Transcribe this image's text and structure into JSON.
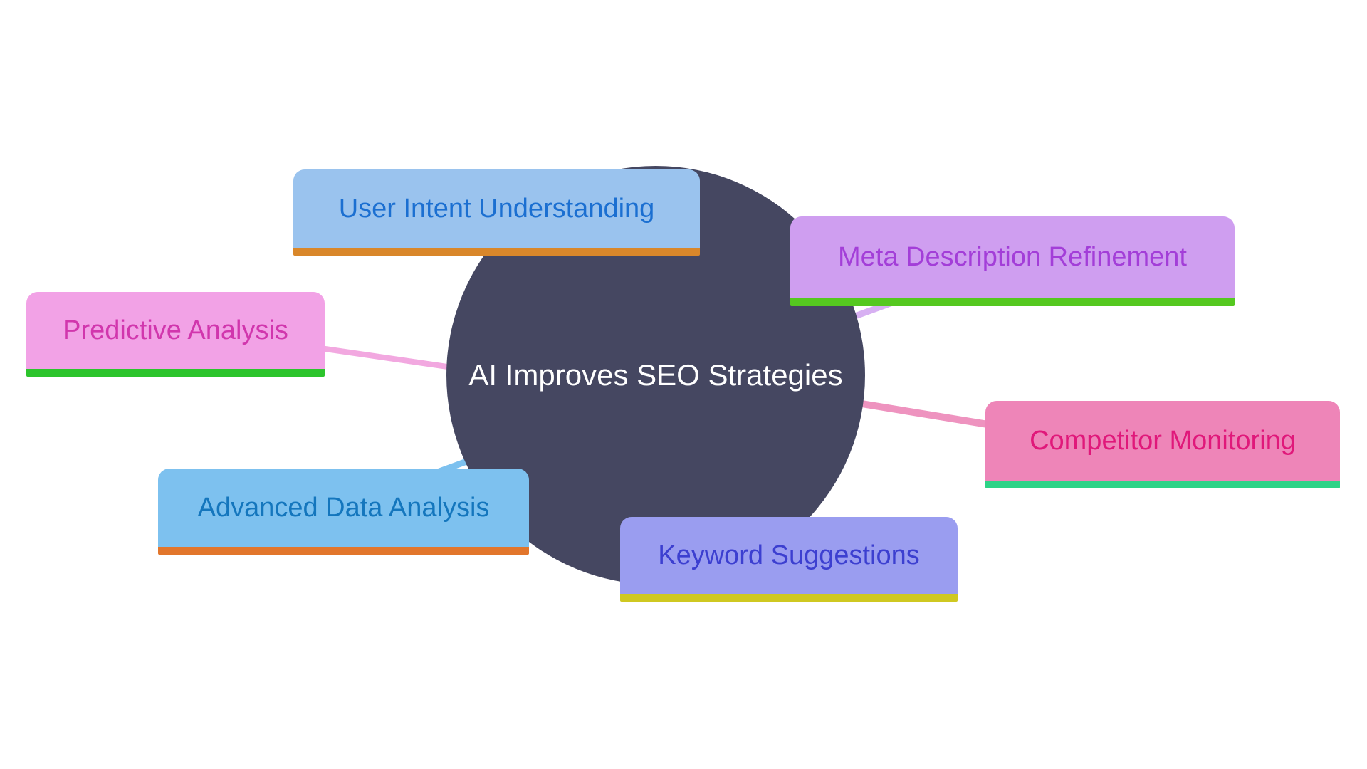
{
  "page": {
    "background_color": "#ffffff"
  },
  "diagram": {
    "type": "mindmap",
    "center": {
      "id": "central-topic",
      "label": "AI Improves SEO Strategies",
      "fill": "#454761",
      "text_color": "#ffffff"
    },
    "nodes": [
      {
        "id": "user-intent-understanding",
        "label": "User Intent Understanding",
        "fill": "#9ac3ee",
        "text_color": "#1b6fd1",
        "underline_color": "#d9872a"
      },
      {
        "id": "meta-description-refinement",
        "label": "Meta Description Refinement",
        "fill": "#cf9ef0",
        "text_color": "#a33ed8",
        "underline_color": "#55c820"
      },
      {
        "id": "predictive-analysis",
        "label": "Predictive Analysis",
        "fill": "#f2a2e6",
        "text_color": "#d136ad",
        "underline_color": "#2cc42c"
      },
      {
        "id": "competitor-monitoring",
        "label": "Competitor Monitoring",
        "fill": "#ee85b8",
        "text_color": "#e0187a",
        "underline_color": "#2ed387"
      },
      {
        "id": "advanced-data-analysis",
        "label": "Advanced Data Analysis",
        "fill": "#7dc1ef",
        "text_color": "#1476bd",
        "underline_color": "#e2762c"
      },
      {
        "id": "keyword-suggestions",
        "label": "Keyword Suggestions",
        "fill": "#9a9df0",
        "text_color": "#3c3fd0",
        "underline_color": "#cfc821"
      }
    ],
    "connectors": [
      {
        "from": "predictive-analysis",
        "to": "central-topic",
        "color": "#f2a8e0"
      },
      {
        "from": "meta-description-refinement",
        "to": "central-topic",
        "color": "#d7b0f2"
      },
      {
        "from": "competitor-monitoring",
        "to": "central-topic",
        "color": "#ee93bf"
      },
      {
        "from": "advanced-data-analysis",
        "to": "central-topic",
        "color": "#7dc1ef"
      }
    ]
  }
}
